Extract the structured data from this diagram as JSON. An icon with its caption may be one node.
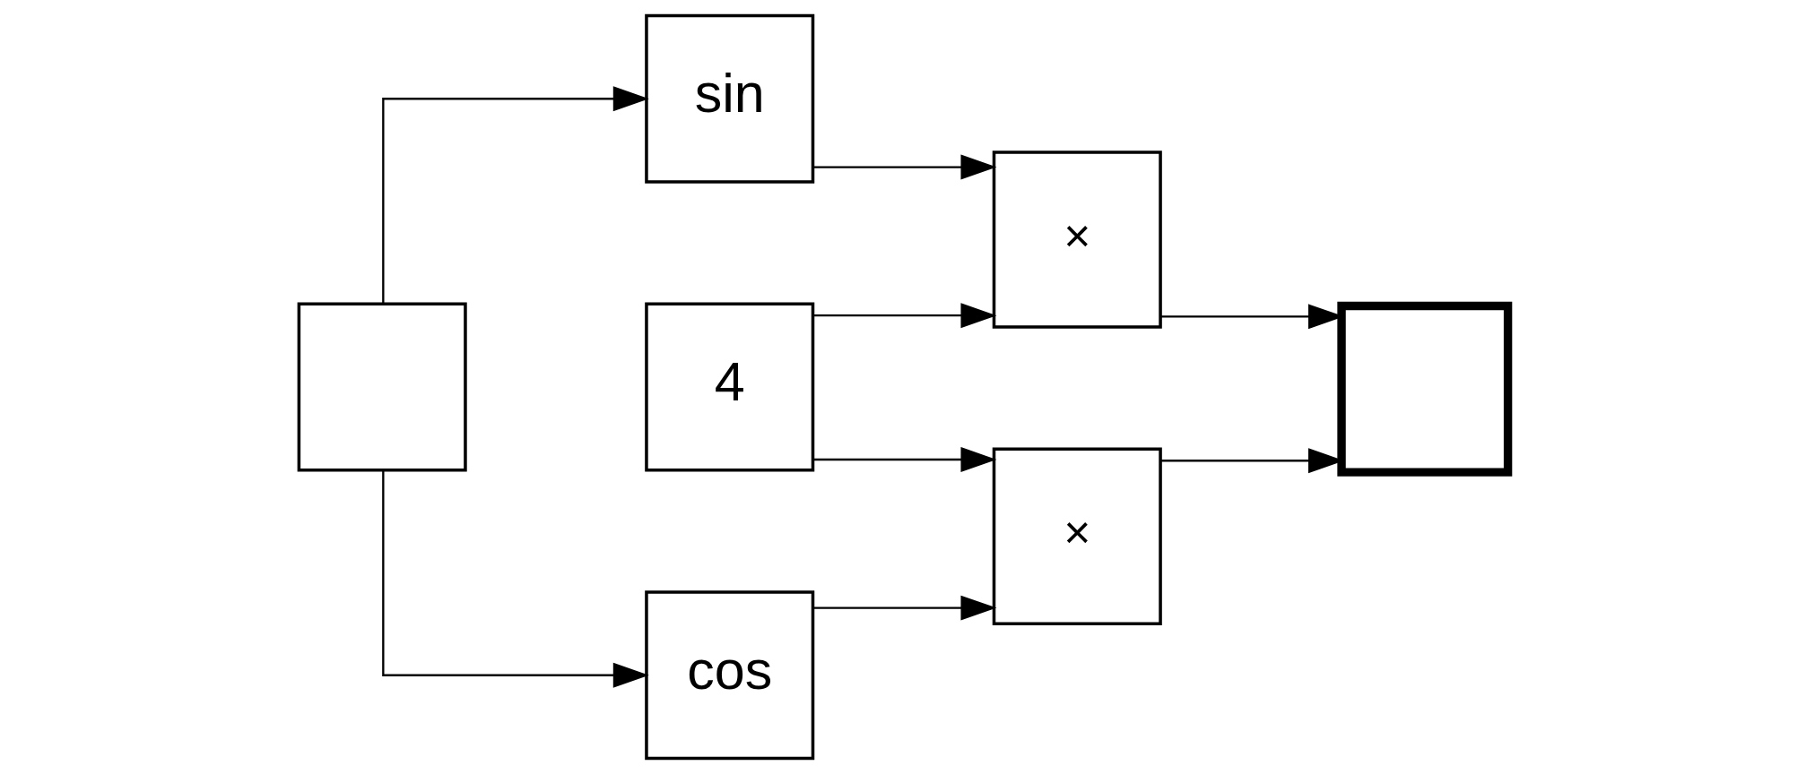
{
  "diagram": {
    "nodes": [
      {
        "text": [
          "4"
        ]
      },
      {
        "text": [],
        "shape": "box"
      },
      {
        "text": [
          "sin"
        ]
      },
      {
        "text": [
          "cos"
        ]
      },
      {
        "text": [
          "×"
        ]
      },
      {
        "text": [
          "×"
        ]
      },
      {
        "text": [],
        "shape": "box"
      }
    ],
    "edges": [
      {
        "from": 0,
        "to": 4,
        "arrow": "to"
      },
      {
        "from": 0,
        "to": 5,
        "arrow": "to"
      },
      {
        "from": 1,
        "to": 2,
        "arrow": "to"
      },
      {
        "from": 1,
        "to": 3,
        "arrow": "to"
      },
      {
        "from": 2,
        "to": 4,
        "arrow": "to"
      },
      {
        "from": 3,
        "to": 5,
        "arrow": "to"
      },
      {
        "from": 4,
        "to": 6,
        "arrow": "to"
      },
      {
        "from": 5,
        "to": 6,
        "arrow": "to"
      }
    ]
  }
}
